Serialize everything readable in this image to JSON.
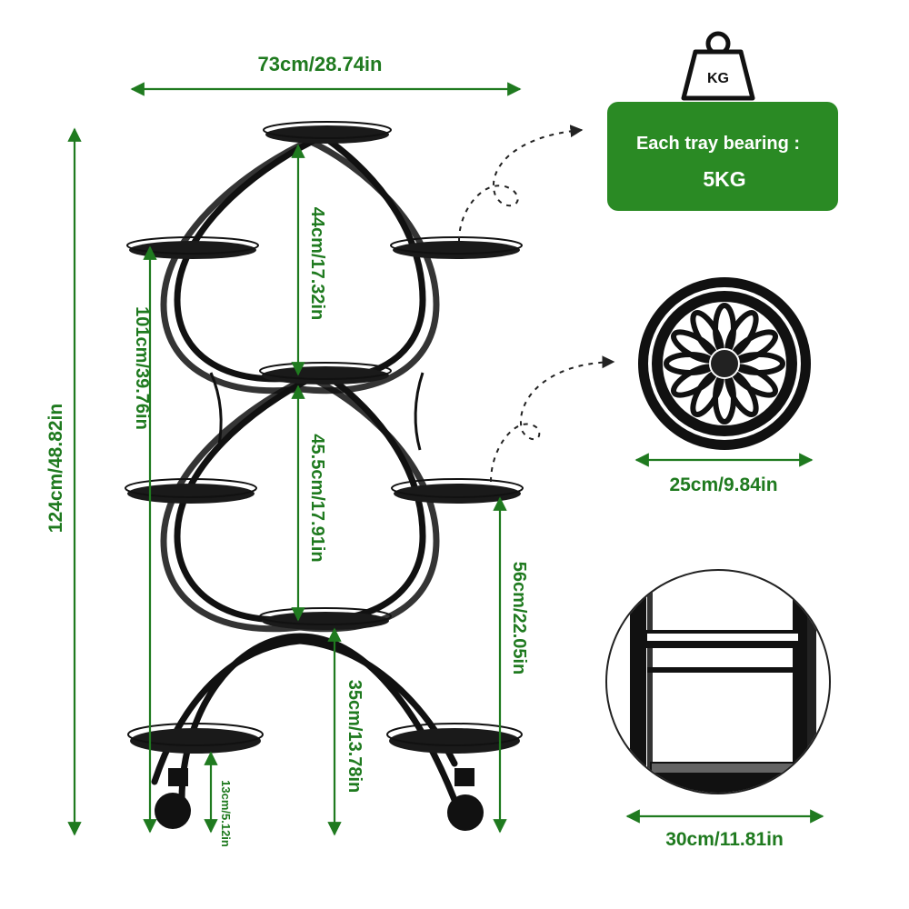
{
  "dimensions": {
    "width": "73cm/28.74in",
    "total_height": "124cm/48.82in",
    "height_lower_span": "101cm/39.76in",
    "top_spacing": "44cm/17.32in",
    "middle_spacing": "45.5cm/17.91in",
    "right_height": "56cm/22.05in",
    "bottom_spacing": "35cm/13.78in",
    "wheel_height": "13cm/5.12in",
    "tray_diameter": "25cm/9.84in",
    "bottom_tray_width": "30cm/11.81in"
  },
  "weight": {
    "icon_label": "KG",
    "line1": "Each tray bearing :",
    "line2": "5KG"
  },
  "colors": {
    "dimension_green": "#1f7a1f",
    "badge_green": "#2a8a24",
    "frame_black": "#111111"
  },
  "icons": [
    "weight-icon",
    "tray-detail-image",
    "base-detail-image",
    "plant-stand-image"
  ]
}
